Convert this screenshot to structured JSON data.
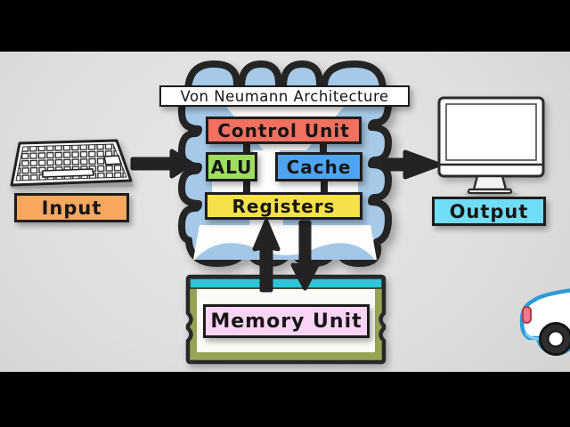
{
  "diagram": {
    "title": "Von Neumann Architecture",
    "cpu": {
      "control_unit_label": "Control Unit",
      "alu_label": "ALU",
      "cache_label": "Cache",
      "registers_label": "Registers"
    },
    "input_label": "Input",
    "output_label": "Output",
    "memory_label": "Memory Unit",
    "icons": {
      "keyboard": "keyboard-icon",
      "monitor": "monitor-icon",
      "car": "car-icon",
      "arrows": [
        "input-to-cpu-arrow",
        "cpu-to-output-arrow",
        "memory-to-cpu-arrow",
        "cpu-to-memory-arrow"
      ]
    },
    "colors": {
      "letterbox": "#000000",
      "background": "#dedede",
      "outline": "#1d1d1d",
      "cpu_blob": "#a5c9e7",
      "cpu_blob_wave": "#a3c7e6",
      "control_unit": "#f1705f",
      "alu": "#9fdd5f",
      "cache": "#4fa4f2",
      "registers": "#f6e14b",
      "input": "#f8a75f",
      "output": "#70ddf6",
      "memory_label_bg": "#f9d4f5",
      "memory_strip": "#2fc5d8",
      "memory_border": "#97a455",
      "car_outline": "#2d9bd6",
      "taillight": "#f2798c"
    }
  }
}
